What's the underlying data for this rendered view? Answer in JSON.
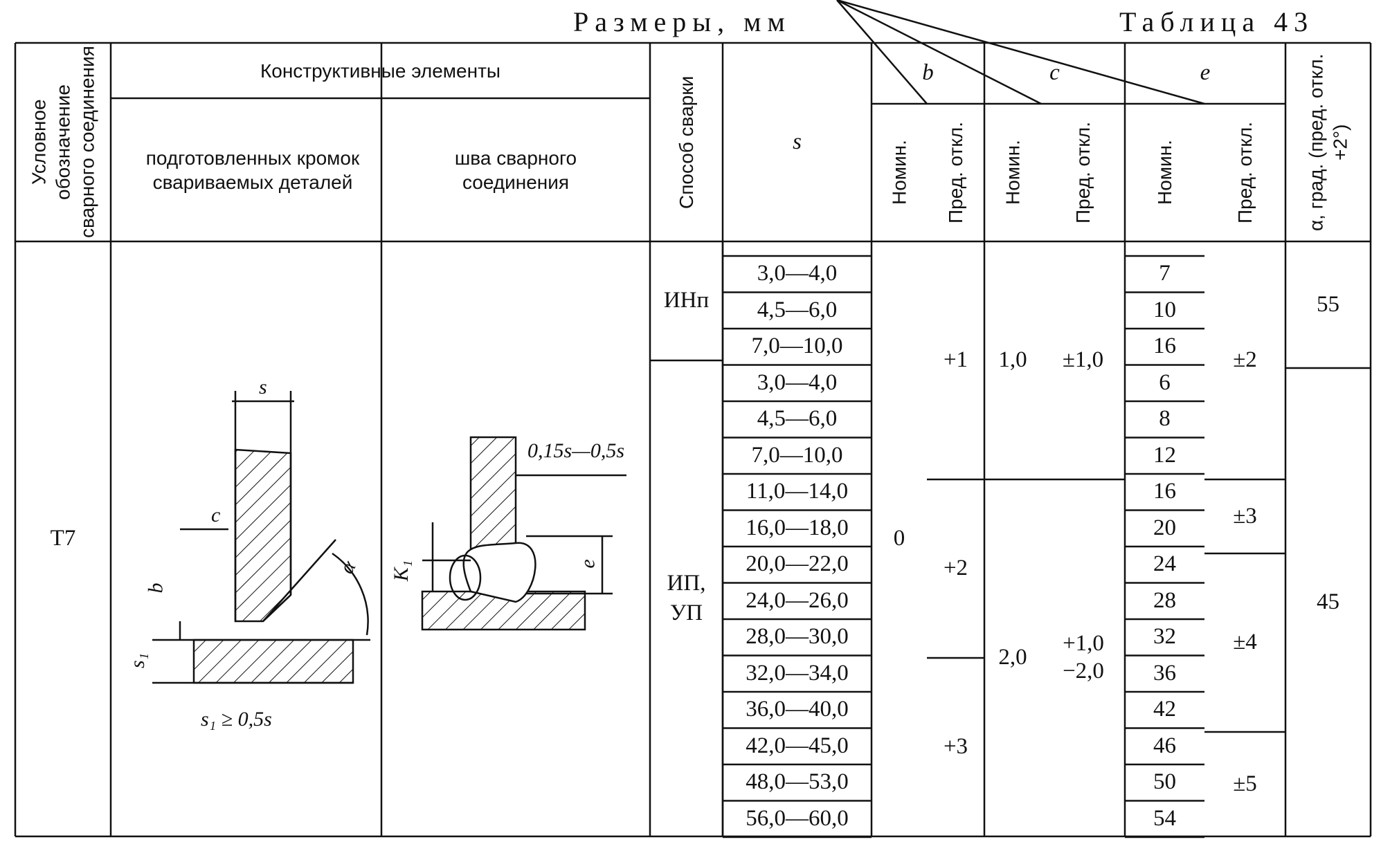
{
  "caption": {
    "sizes": "Размеры, мм",
    "table": "Таблица 43"
  },
  "header": {
    "designation": "Условное обозначение сварного соединения",
    "elements": "Конструктивные элементы",
    "prepared_edges": "подготовленных кромок свариваемых деталей",
    "weld_seam": "шва сварного соединения",
    "method": "Способ сварки",
    "s": "s",
    "b": "b",
    "c": "c",
    "e": "e",
    "nominal": "Номин.",
    "tolerance": "Пред. откл.",
    "alpha": "α, град. (пред. откл. +2°)"
  },
  "designation": "Т7",
  "methods": [
    "ИНп",
    "ИП, УП"
  ],
  "s_ranges": [
    "3,0—4,0",
    "4,5—6,0",
    "7,0—10,0",
    "3,0—4,0",
    "4,5—6,0",
    "7,0—10,0",
    "11,0—14,0",
    "16,0—18,0",
    "20,0—22,0",
    "24,0—26,0",
    "28,0—30,0",
    "32,0—34,0",
    "36,0—40,0",
    "42,0—45,0",
    "48,0—53,0",
    "56,0—60,0"
  ],
  "b_nominal": "0",
  "b_tolerances": [
    "+1",
    "+2",
    "+3"
  ],
  "c_nominal": [
    "1,0",
    "2,0"
  ],
  "c_tolerances": [
    "±1,0",
    "+1,0 −2,0"
  ],
  "e_nominal": [
    "7",
    "10",
    "16",
    "6",
    "8",
    "12",
    "16",
    "20",
    "24",
    "28",
    "32",
    "36",
    "42",
    "46",
    "50",
    "54"
  ],
  "e_tolerances": [
    "±2",
    "±3",
    "±4",
    "±5"
  ],
  "alpha": [
    "55",
    "45"
  ],
  "figure_left": {
    "s": "s",
    "c": "c",
    "b": "b",
    "s1": "s₁",
    "alpha": "α",
    "note": "s₁ ≥ 0,5s"
  },
  "figure_right": {
    "dim": "0,15s—0,5s",
    "e": "e",
    "k1": "K₁"
  }
}
